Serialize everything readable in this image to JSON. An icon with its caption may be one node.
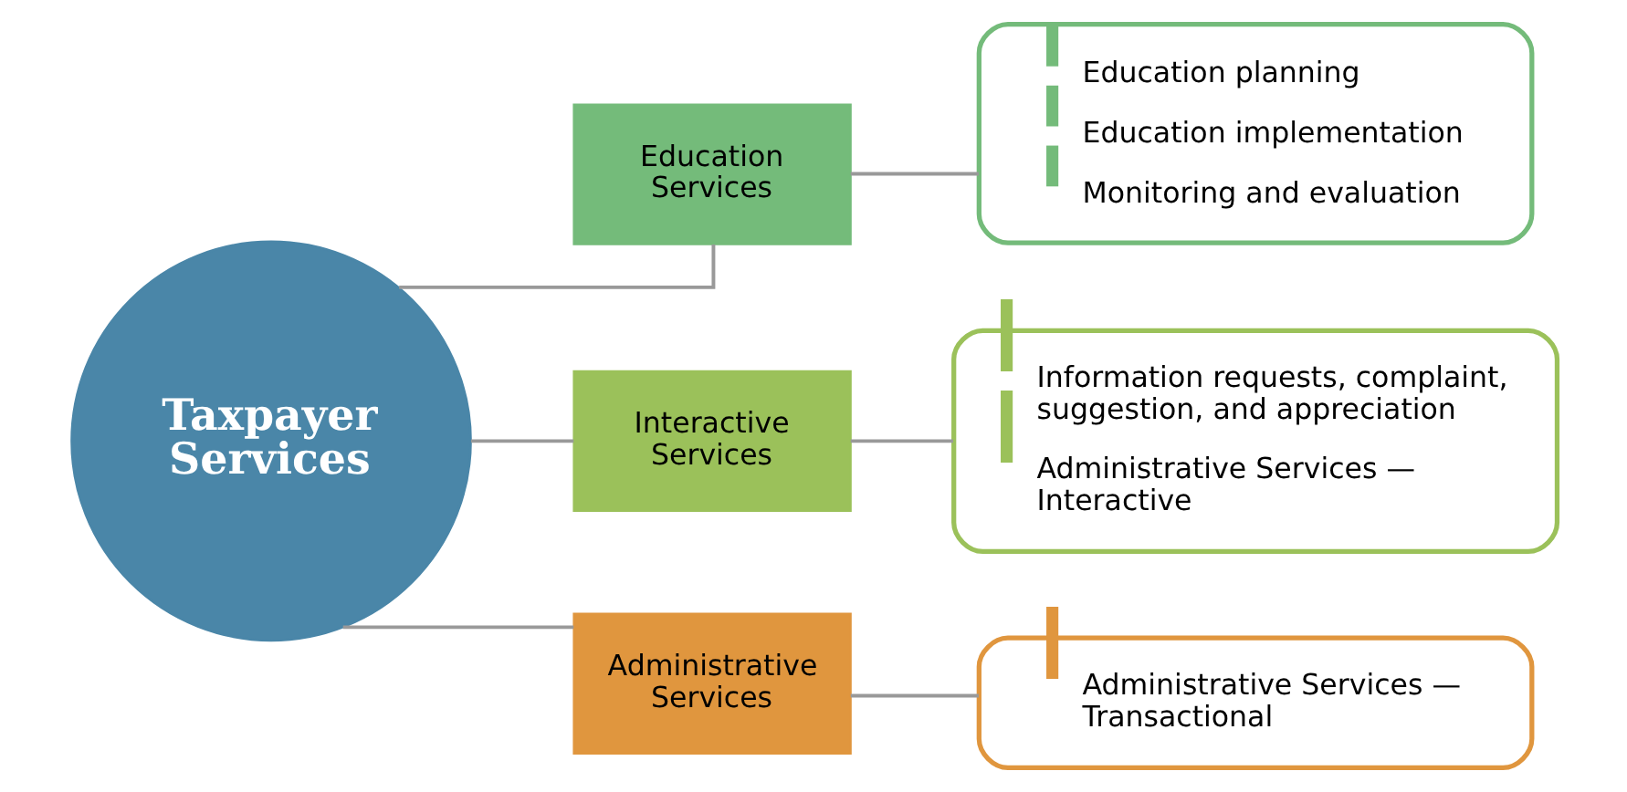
{
  "diagram": {
    "nodes": [
      {
        "text": [
          "Taxpayer Services"
        ]
      },
      {
        "text": [
          "Education Services"
        ]
      },
      {
        "text": [
          "Interactive Services"
        ]
      },
      {
        "text": [
          "Administrative Services"
        ]
      },
      {
        "text": [
          "Education planning",
          "Education implementation",
          "Monitoring and evaluation"
        ]
      },
      {
        "text": [
          "Information requests, complaint, suggestion, and appreciation",
          "Administrative Services — Interactive"
        ]
      },
      {
        "text": [
          "Administrative Services — Transactional"
        ]
      }
    ],
    "edges": [
      {
        "from": 0,
        "to": 1,
        "arrow": "none"
      },
      {
        "from": 0,
        "to": 2,
        "arrow": "none"
      },
      {
        "from": 0,
        "to": 3,
        "arrow": "none"
      },
      {
        "from": 1,
        "to": 4,
        "arrow": "none"
      },
      {
        "from": 2,
        "to": 5,
        "arrow": "none"
      },
      {
        "from": 3,
        "to": 6,
        "arrow": "none"
      }
    ]
  }
}
